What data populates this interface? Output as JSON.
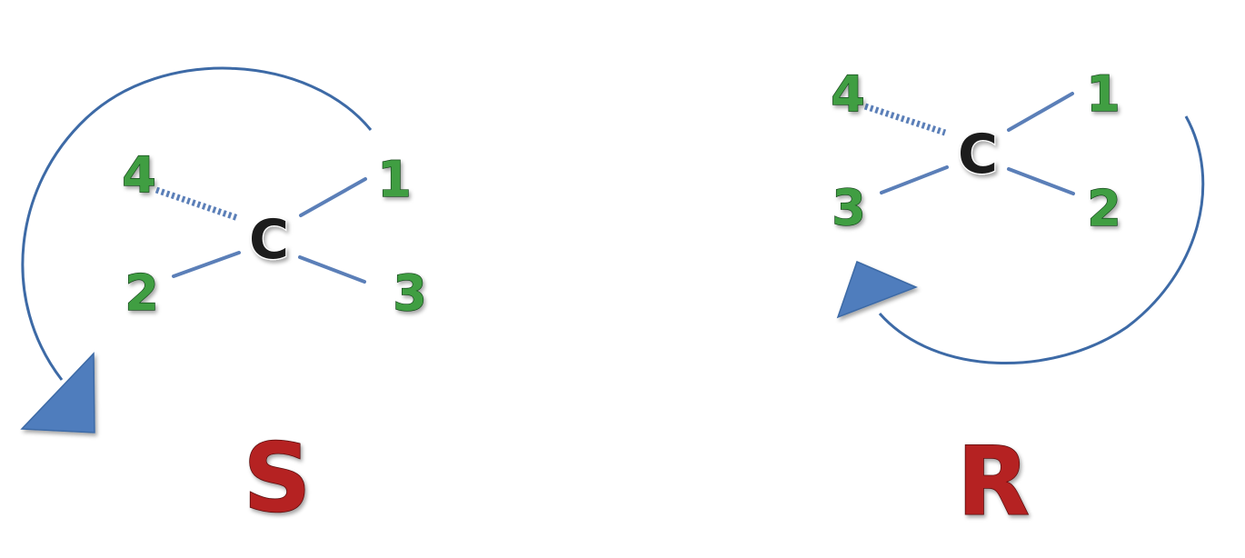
{
  "colors": {
    "substituent": "#3f9e42",
    "carbon": "#1a1a1a",
    "bond": "#5b7fb8",
    "arrow": "#3d6aa6",
    "config_label": "#b52020",
    "background": "#ffffff"
  },
  "left_molecule": {
    "center": "C",
    "substituents": {
      "s1": "1",
      "s2": "2",
      "s3": "3",
      "s4": "4"
    },
    "configuration": "S",
    "rotation": "counterclockwise"
  },
  "right_molecule": {
    "center": "C",
    "substituents": {
      "s1": "1",
      "s2": "2",
      "s3": "3",
      "s4": "4"
    },
    "configuration": "R",
    "rotation": "clockwise"
  }
}
